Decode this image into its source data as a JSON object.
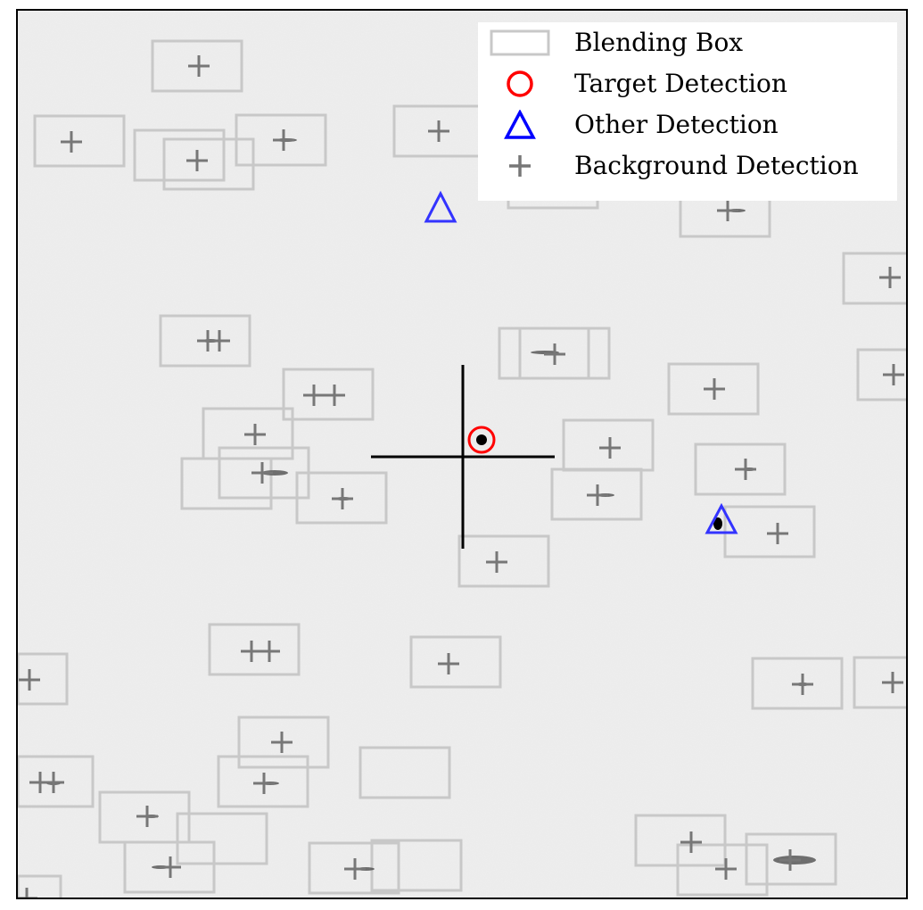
{
  "legend": {
    "items": [
      {
        "label": "Blending Box",
        "symbol": "box-icon",
        "color": "#c8c8c8"
      },
      {
        "label": "Target Detection",
        "symbol": "circle-icon",
        "color": "#ff0000"
      },
      {
        "label": "Other Detection",
        "symbol": "triangle-icon",
        "color": "#0000ff"
      },
      {
        "label": "Background Detection",
        "symbol": "plus-icon",
        "color": "#777777"
      }
    ]
  },
  "colors": {
    "background": "#efefef",
    "blending_box": "#c8c8c8",
    "target": "#ff0000",
    "other": "#3333ff",
    "background_detection": "#777777",
    "crosshair": "#000000"
  }
}
